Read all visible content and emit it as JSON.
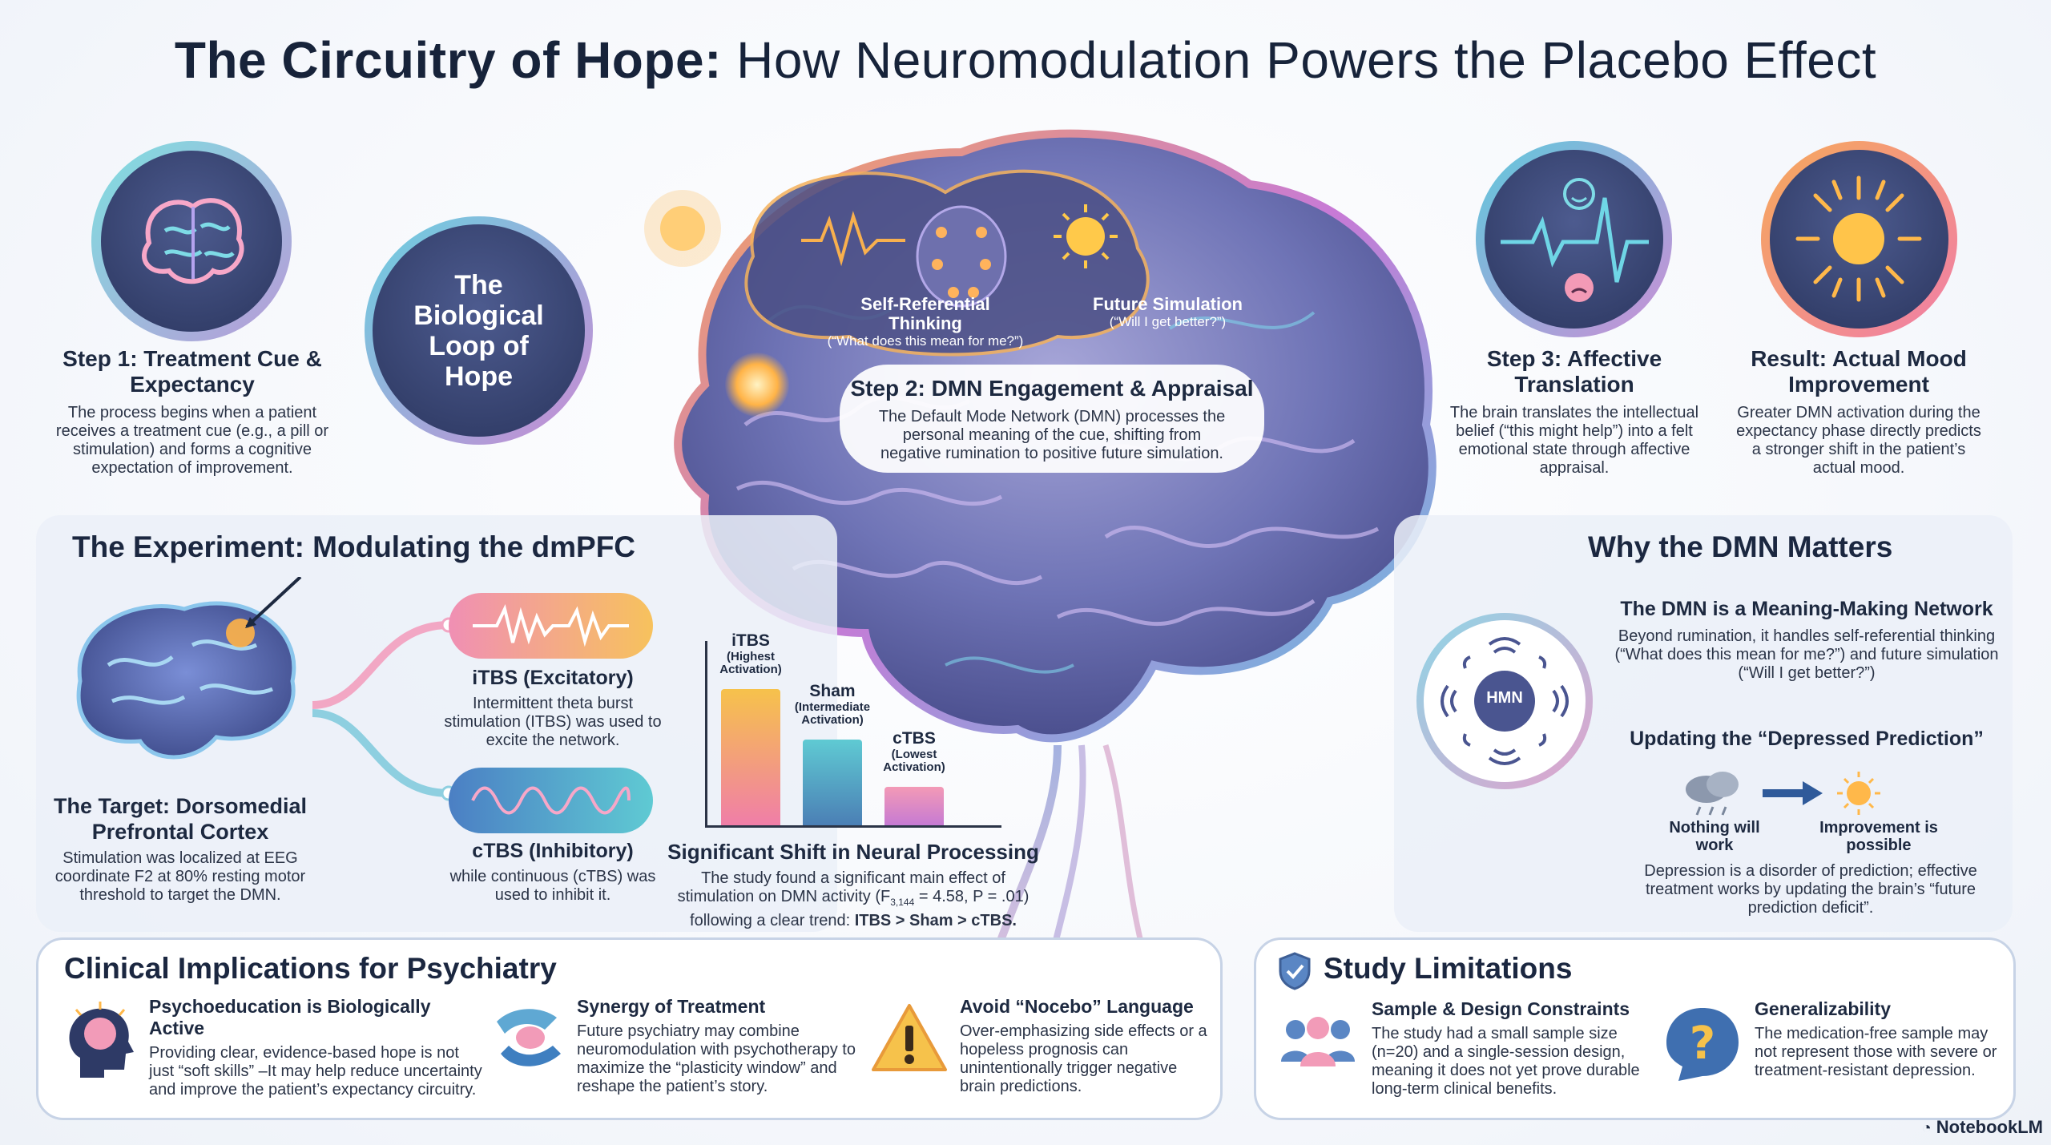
{
  "title": {
    "bold": "The Circuitry of Hope:",
    "light": "How Neuromodulation Powers the Placebo Effect"
  },
  "loop_label": "The Biological Loop of Hope",
  "step1": {
    "title": "Step 1: Treatment Cue & Expectancy",
    "text": "The process begins when a patient receives a treatment cue (e.g., a pill or stimulation) and forms a cognitive expectation of improvement."
  },
  "step2": {
    "title": "Step 2: DMN Engagement & Appraisal",
    "text": "The Default Mode Network (DMN) processes the personal meaning of the cue, shifting from negative rumination to positive future simulation.",
    "self_ref_title": "Self-Referential Thinking",
    "self_ref_quote": "(“What does this mean for me?”)",
    "future_title": "Future Simulation",
    "future_quote": "(“Will I get better?”)"
  },
  "step3": {
    "title": "Step 3: Affective Translation",
    "text": "The brain translates the intellectual belief (“this might help”) into a felt emotional state through affective appraisal."
  },
  "result": {
    "title": "Result: Actual Mood Improvement",
    "text": "Greater DMN activation during the expectancy phase directly predicts a stronger shift in the patient’s actual mood."
  },
  "experiment": {
    "title": "The Experiment: Modulating the dmPFC",
    "target_title": "The Target: Dorsomedial Prefrontal Cortex",
    "target_text": "Stimulation was localized at EEG coordinate F2 at 80% resting motor threshold to target the DMN.",
    "itbs_title": "iTBS (Excitatory)",
    "itbs_text": "Intermittent theta burst stimulation (ITBS) was used to excite the network.",
    "ctbs_title": "cTBS (Inhibitory)",
    "ctbs_text": "while continuous (cTBS) was used to inhibit it.",
    "shift_title": "Significant Shift in Neural Processing",
    "shift_text_1": "The study found a significant main effect of",
    "shift_text_2a": "stimulation on DMN activity (F",
    "shift_sub": "3,144",
    "shift_text_2b": " = 4.58, P = .01)",
    "shift_text_3a": "following a clear trend: ",
    "shift_text_3b": "ITBS > Sham > cTBS."
  },
  "chart_data": {
    "type": "bar",
    "categories": [
      "iTBS",
      "Sham",
      "cTBS"
    ],
    "sublabels": [
      "(Highest Activation)",
      "(Intermediate Activation)",
      "(Lowest Activation)"
    ],
    "values": [
      100,
      63,
      28
    ],
    "colors_top": [
      "#f6c24b",
      "#5fcad3",
      "#f39ab6"
    ],
    "colors_bottom": [
      "#f07ea8",
      "#4b7fb5",
      "#c67ad3"
    ]
  },
  "dmn": {
    "title": "Why the DMN Matters",
    "meaning_title": "The DMN is a Meaning-Making Network",
    "meaning_text": "Beyond rumination, it handles self-referential thinking (“What does this mean for me?”) and future simulation (“Will I get better?”)",
    "hub_label": "HMN",
    "update_title": "Updating the “Depressed Prediction”",
    "nothing_label": "Nothing will work",
    "improve_label": "Improvement is possible",
    "update_text": "Depression is a disorder of prediction; effective treatment works by updating the brain’s “future prediction deficit”."
  },
  "clinical": {
    "title": "Clinical Implications for Psychiatry",
    "items": [
      {
        "title": "Psychoeducation is Biologically Active",
        "text": "Providing clear, evidence-based hope is not just “soft skills” –It may help reduce uncertainty and improve the patient’s expectancy circuitry."
      },
      {
        "title": "Synergy of Treatment",
        "text": "Future psychiatry may combine neuromodulation with psychotherapy to maximize the “plasticity window” and reshape the patient’s story."
      },
      {
        "title": "Avoid “Nocebo” Language",
        "text": "Over-emphasizing side effects or a hopeless prognosis can unintentionally trigger negative brain predictions."
      }
    ]
  },
  "limits": {
    "title": "Study Limitations",
    "items": [
      {
        "title": "Sample & Design Constraints",
        "text": "The study had a small sample size (n=20) and a single-session design, meaning it does not yet prove durable long-term clinical benefits."
      },
      {
        "title": "Generalizability",
        "text": "The medication-free sample may not represent those with severe or treatment-resistant depression."
      }
    ]
  },
  "brand": "NotebookLM"
}
